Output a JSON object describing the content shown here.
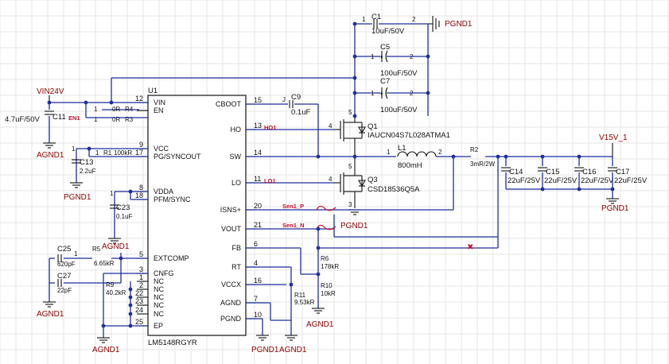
{
  "ic": {
    "ref": "U1",
    "part": "LM5148RGYR"
  },
  "left_pins": [
    {
      "num": "12",
      "name": "VIN"
    },
    {
      "num": "",
      "name": "EN"
    },
    {
      "num": "9",
      "name": "VCC"
    },
    {
      "num": "17",
      "name": "PG/SYNCOUT"
    },
    {
      "num": "8",
      "name": "VDDA"
    },
    {
      "num": "18",
      "name": "PFM/SYNC"
    },
    {
      "num": "5",
      "name": "EXTCOMP"
    },
    {
      "num": "3",
      "name": "CNFG"
    },
    {
      "num": "1",
      "name": "NC"
    },
    {
      "num": "2",
      "name": "NC"
    },
    {
      "num": "22",
      "name": "NC"
    },
    {
      "num": "23",
      "name": "NC"
    },
    {
      "num": "24",
      "name": "NC"
    },
    {
      "num": "25",
      "name": "EP"
    }
  ],
  "right_pins": [
    {
      "num": "15",
      "name": "CBOOT"
    },
    {
      "num": "13",
      "name": "HO"
    },
    {
      "num": "14",
      "name": "SW"
    },
    {
      "num": "11",
      "name": "LO"
    },
    {
      "num": "20",
      "name": "ISNS+"
    },
    {
      "num": "21",
      "name": "VOUT"
    },
    {
      "num": "6",
      "name": "FB"
    },
    {
      "num": "4",
      "name": "RT"
    },
    {
      "num": "16",
      "name": "VCCX"
    },
    {
      "num": "7",
      "name": "AGND"
    },
    {
      "num": "10",
      "name": "PGND"
    }
  ],
  "components": {
    "c1": {
      "ref": "C1",
      "value": "10uF/50V"
    },
    "c5": {
      "ref": "C5",
      "value": "100uF/50V"
    },
    "c7": {
      "ref": "C7",
      "value": "100uF/50V"
    },
    "c9": {
      "ref": "C9",
      "value": "0.1uF"
    },
    "c11": {
      "ref": "C11",
      "value": "4.7uF/50V"
    },
    "c13": {
      "ref": "C13",
      "value": "2.2uF"
    },
    "c23": {
      "ref": "C23",
      "value": "0.1uF"
    },
    "c25": {
      "ref": "C25",
      "value": "620pF"
    },
    "c27": {
      "ref": "C27",
      "value": "22pF"
    },
    "c14": {
      "ref": "C14",
      "value": "22uF/25V"
    },
    "c15": {
      "ref": "C15",
      "value": "22uF/25V"
    },
    "c16": {
      "ref": "C16",
      "value": "22uF/25V"
    },
    "c17": {
      "ref": "C17",
      "value": "22uF/25V"
    },
    "r1": {
      "ref": "R1",
      "value": "100kR"
    },
    "r2": {
      "ref": "R2",
      "value": "3mR/2W"
    },
    "r5": {
      "ref": "R5",
      "value": "6.65kR"
    },
    "r6": {
      "ref": "R6",
      "value": "178kR"
    },
    "r9": {
      "ref": "R9",
      "value": "40.2kR"
    },
    "r10": {
      "ref": "R10",
      "value": "10kR"
    },
    "r11": {
      "ref": "R11",
      "value": "9.53kR"
    },
    "r3": {
      "ref": "R3",
      "value": "0R"
    },
    "r4": {
      "ref": "R4",
      "value": "0R"
    },
    "l1": {
      "ref": "L1",
      "value": "800mH"
    },
    "q1": {
      "ref": "Q1",
      "part": "IAUCN04S7L028ATMA1"
    },
    "q3": {
      "ref": "Q3",
      "part": "CSD18536Q5A"
    }
  },
  "nets": {
    "vin": "VIN24V",
    "vout": "V15V_1",
    "en": "EN1",
    "ho": "HO1",
    "lo": "LO1",
    "sen_p": "Sen1_P",
    "sen_n": "Sen1_N"
  },
  "grounds": {
    "pgnd": "PGND1",
    "agnd": "AGND1"
  },
  "pin_labels": {
    "one": "1",
    "two": "2",
    "three": "3",
    "four": "4",
    "five": "5"
  },
  "colors": {
    "wire": "#1e2f9c",
    "net_label": "#c8102e",
    "power_label": "#8b0000",
    "grid": "#e6e6e6"
  }
}
